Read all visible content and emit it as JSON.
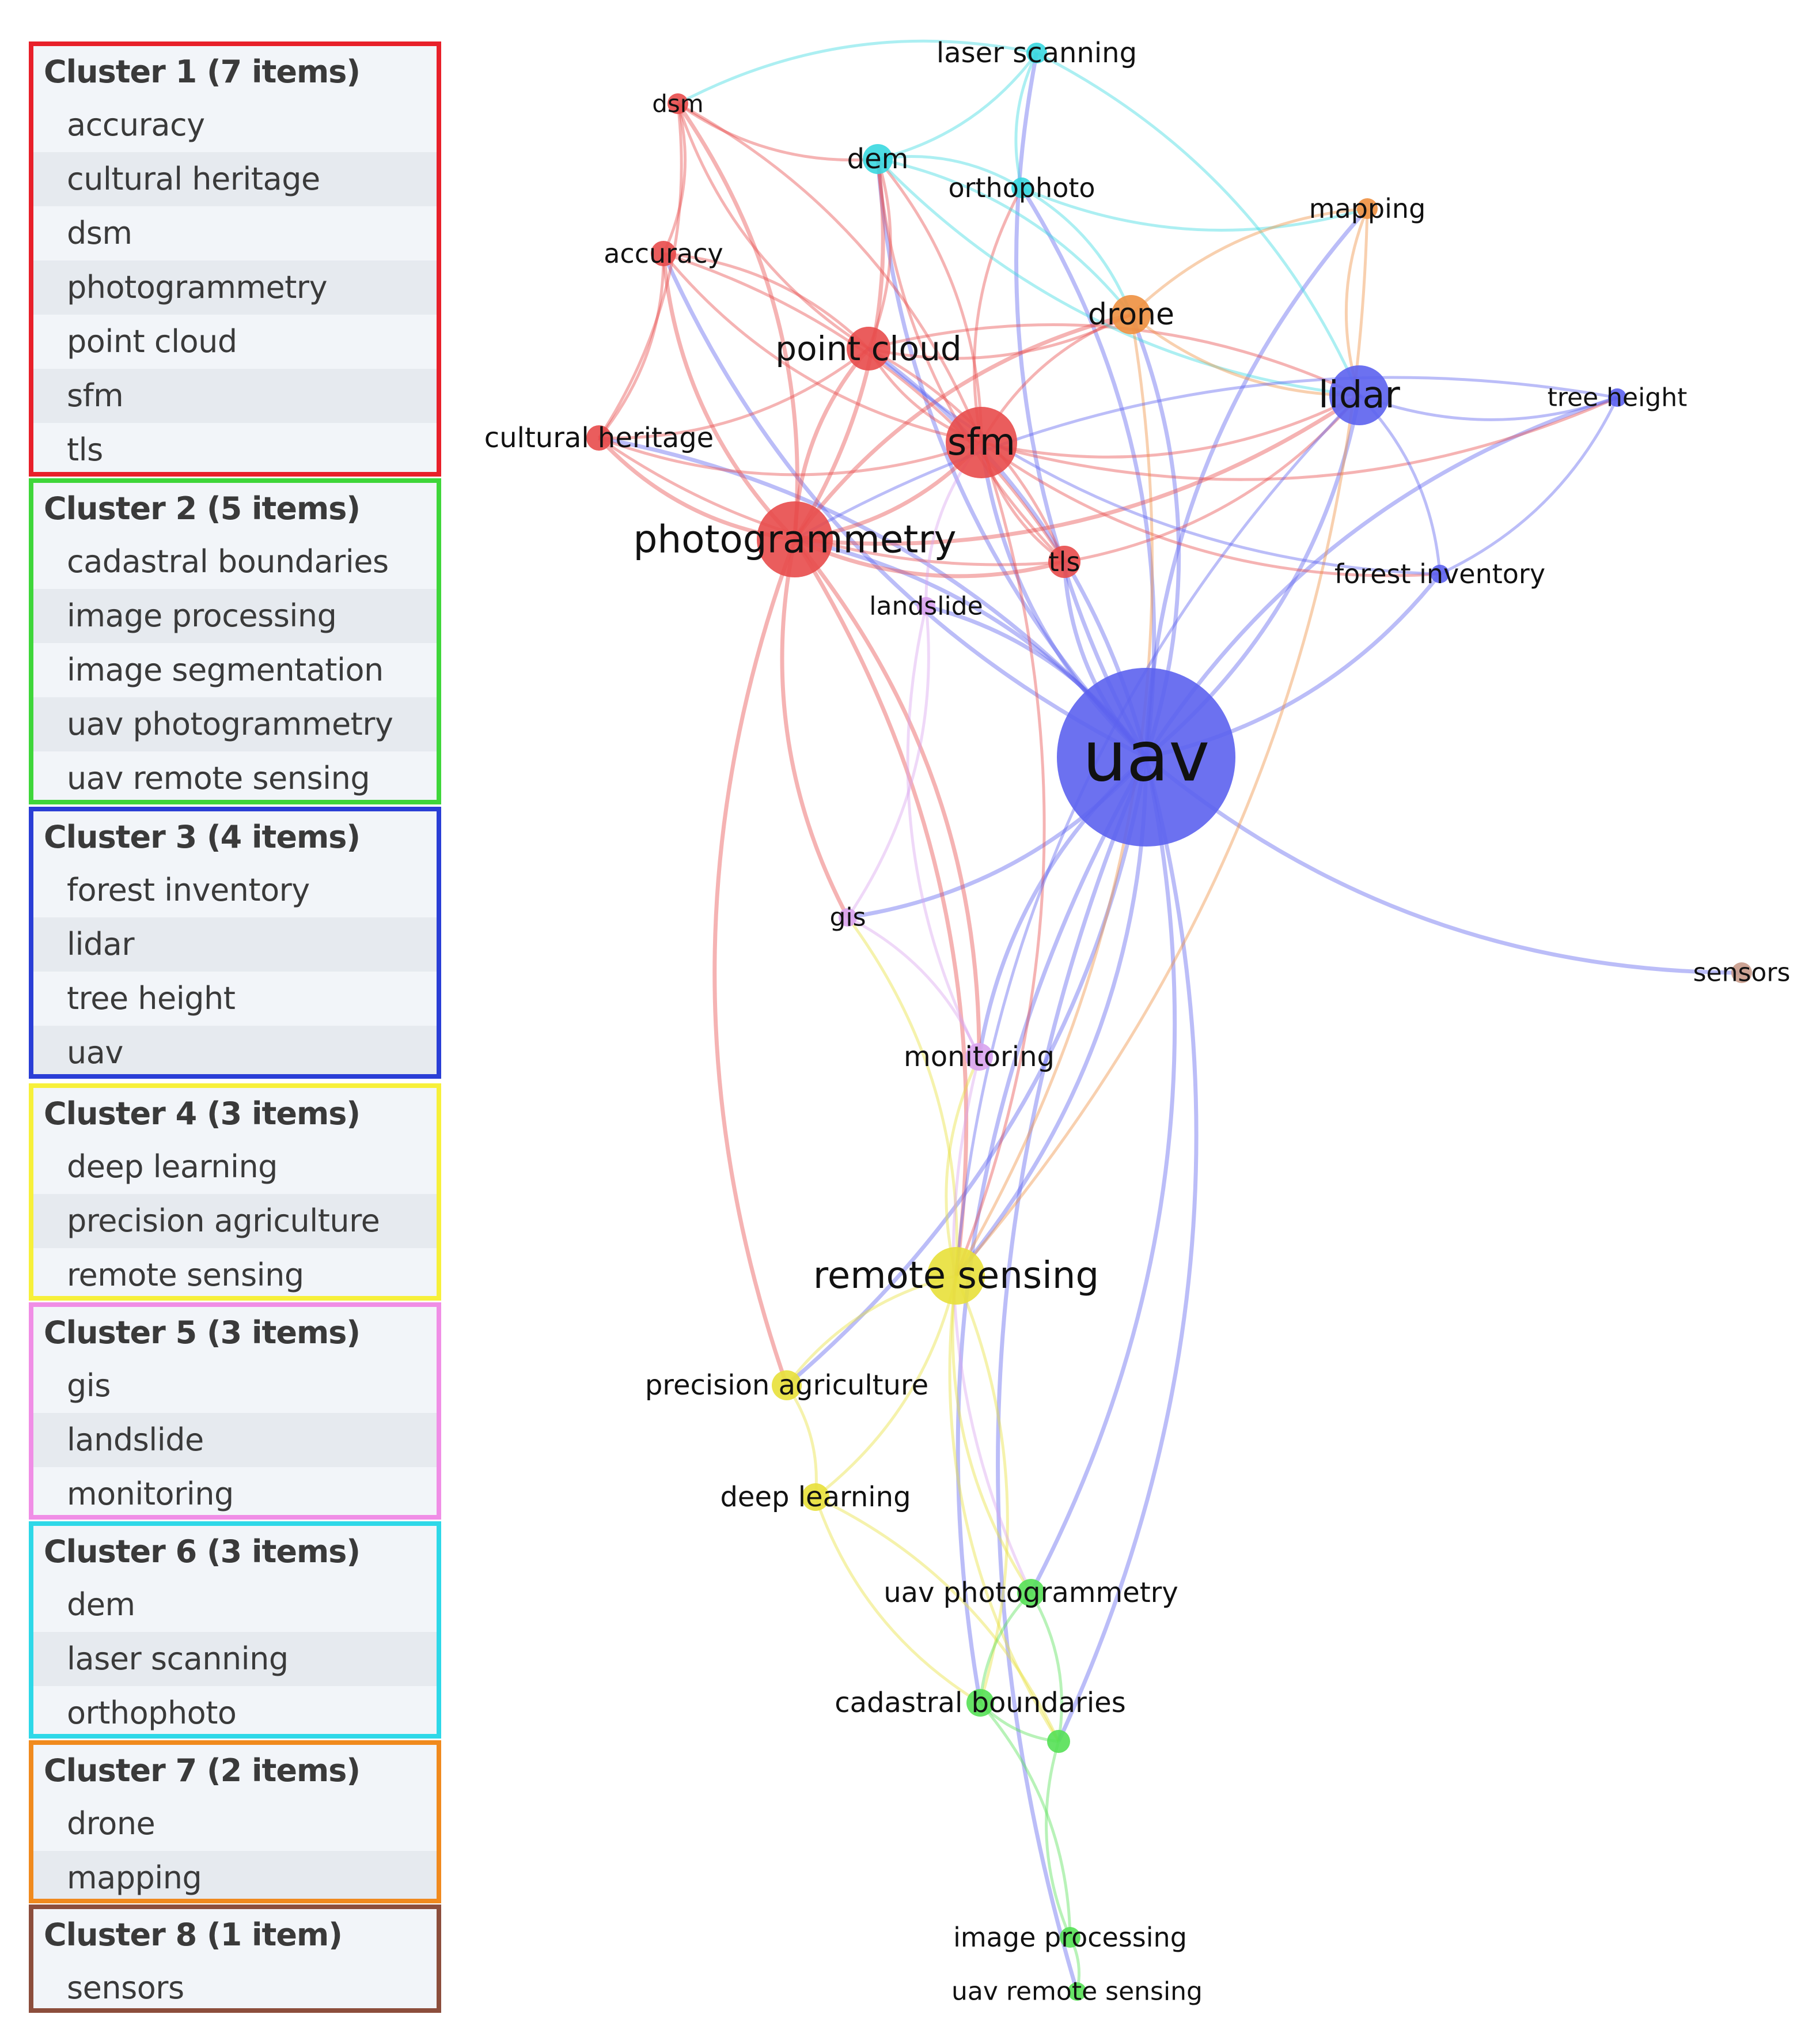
{
  "clusters": [
    {
      "title": "Cluster 1 (7 items)",
      "color": "#e8202a",
      "items": [
        "accuracy",
        "cultural heritage",
        "dsm",
        "photogrammetry",
        "point cloud",
        "sfm",
        "tls"
      ]
    },
    {
      "title": "Cluster 2 (5 items)",
      "color": "#3fd63a",
      "items": [
        "cadastral boundaries",
        "image processing",
        "image segmentation",
        "uav photogrammetry",
        "uav remote sensing"
      ]
    },
    {
      "title": "Cluster 3 (4 items)",
      "color": "#2a3ed6",
      "items": [
        "forest inventory",
        "lidar",
        "tree height",
        "uav"
      ]
    },
    {
      "title": "Cluster 4 (3 items)",
      "color": "#f7f03a",
      "items": [
        "deep learning",
        "precision agriculture",
        "remote sensing"
      ]
    },
    {
      "title": "Cluster 5 (3 items)",
      "color": "#f08ee6",
      "items": [
        "gis",
        "landslide",
        "monitoring"
      ]
    },
    {
      "title": "Cluster 6 (3 items)",
      "color": "#2ed8e8",
      "items": [
        "dem",
        "laser scanning",
        "orthophoto"
      ]
    },
    {
      "title": "Cluster 7 (2 items)",
      "color": "#f08a1e",
      "items": [
        "drone",
        "mapping"
      ]
    },
    {
      "title": "Cluster 8 (1 item)",
      "color": "#8c4e3c",
      "items": [
        "sensors"
      ]
    }
  ],
  "network": {
    "cluster_colors": {
      "c1": "#e84b4b",
      "c2": "#55e055",
      "c3": "#5c62ee",
      "c4": "#e8e03a",
      "c5": "#d9a3ee",
      "c6": "#3ad8e0",
      "c7": "#ee9040",
      "c8": "#c89a8a"
    },
    "nodes": [
      {
        "id": "uav",
        "label": "uav",
        "cluster": "c3",
        "weight": 10
      },
      {
        "id": "photogrammetry",
        "label": "photogrammetry",
        "cluster": "c1",
        "weight": 6
      },
      {
        "id": "sfm",
        "label": "sfm",
        "cluster": "c1",
        "weight": 5
      },
      {
        "id": "point cloud",
        "label": "point cloud",
        "cluster": "c1",
        "weight": 4
      },
      {
        "id": "tls",
        "label": "tls",
        "cluster": "c1",
        "weight": 2
      },
      {
        "id": "accuracy",
        "label": "accuracy",
        "cluster": "c1",
        "weight": 2
      },
      {
        "id": "dsm",
        "label": "dsm",
        "cluster": "c1",
        "weight": 1
      },
      {
        "id": "cultural heritage",
        "label": "cultural heritage",
        "cluster": "c1",
        "weight": 2
      },
      {
        "id": "lidar",
        "label": "lidar",
        "cluster": "c3",
        "weight": 4
      },
      {
        "id": "tree height",
        "label": "tree height",
        "cluster": "c3",
        "weight": 1
      },
      {
        "id": "forest inventory",
        "label": "forest inventory",
        "cluster": "c3",
        "weight": 1
      },
      {
        "id": "remote sensing",
        "label": "remote sensing",
        "cluster": "c4",
        "weight": 4
      },
      {
        "id": "precision agriculture",
        "label": "precision agriculture",
        "cluster": "c4",
        "weight": 2
      },
      {
        "id": "deep learning",
        "label": "deep learning",
        "cluster": "c4",
        "weight": 2
      },
      {
        "id": "gis",
        "label": "gis",
        "cluster": "c5",
        "weight": 1
      },
      {
        "id": "landslide",
        "label": "landslide",
        "cluster": "c5",
        "weight": 1
      },
      {
        "id": "monitoring",
        "label": "monitoring",
        "cluster": "c5",
        "weight": 2
      },
      {
        "id": "dem",
        "label": "dem",
        "cluster": "c6",
        "weight": 2
      },
      {
        "id": "laser scanning",
        "label": "laser scanning",
        "cluster": "c6",
        "weight": 1
      },
      {
        "id": "orthophoto",
        "label": "orthophoto",
        "cluster": "c6",
        "weight": 1
      },
      {
        "id": "drone",
        "label": "drone",
        "cluster": "c7",
        "weight": 3
      },
      {
        "id": "mapping",
        "label": "mapping",
        "cluster": "c7",
        "weight": 1
      },
      {
        "id": "sensors",
        "label": "sensors",
        "cluster": "c8",
        "weight": 1
      },
      {
        "id": "uav photogrammetry",
        "label": "uav photogrammetry",
        "cluster": "c2",
        "weight": 2
      },
      {
        "id": "cadastral boundaries",
        "label": "cadastral boundaries",
        "cluster": "c2",
        "weight": 2
      },
      {
        "id": "image segmentation",
        "label": "",
        "cluster": "c2",
        "weight": 2
      },
      {
        "id": "image processing",
        "label": "image processing",
        "cluster": "c2",
        "weight": 1
      },
      {
        "id": "uav remote sensing",
        "label": "uav remote sensing",
        "cluster": "c2",
        "weight": 1
      }
    ],
    "links": [
      [
        "uav",
        "photogrammetry"
      ],
      [
        "uav",
        "sfm"
      ],
      [
        "uav",
        "point cloud"
      ],
      [
        "uav",
        "tls"
      ],
      [
        "uav",
        "lidar"
      ],
      [
        "uav",
        "tree height"
      ],
      [
        "uav",
        "forest inventory"
      ],
      [
        "uav",
        "remote sensing"
      ],
      [
        "uav",
        "monitoring"
      ],
      [
        "uav",
        "gis"
      ],
      [
        "uav",
        "landslide"
      ],
      [
        "uav",
        "dem"
      ],
      [
        "uav",
        "orthophoto"
      ],
      [
        "uav",
        "laser scanning"
      ],
      [
        "uav",
        "drone"
      ],
      [
        "uav",
        "mapping"
      ],
      [
        "uav",
        "sensors"
      ],
      [
        "uav",
        "uav photogrammetry"
      ],
      [
        "uav",
        "cadastral boundaries"
      ],
      [
        "uav",
        "image segmentation"
      ],
      [
        "uav",
        "uav remote sensing"
      ],
      [
        "uav",
        "precision agriculture"
      ],
      [
        "uav",
        "cultural heritage"
      ],
      [
        "uav",
        "accuracy"
      ],
      [
        "photogrammetry",
        "sfm"
      ],
      [
        "photogrammetry",
        "point cloud"
      ],
      [
        "photogrammetry",
        "tls"
      ],
      [
        "photogrammetry",
        "accuracy"
      ],
      [
        "photogrammetry",
        "dsm"
      ],
      [
        "photogrammetry",
        "cultural heritage"
      ],
      [
        "photogrammetry",
        "lidar"
      ],
      [
        "photogrammetry",
        "remote sensing"
      ],
      [
        "photogrammetry",
        "dem"
      ],
      [
        "photogrammetry",
        "drone"
      ],
      [
        "photogrammetry",
        "gis"
      ],
      [
        "photogrammetry",
        "monitoring"
      ],
      [
        "photogrammetry",
        "precision agriculture"
      ],
      [
        "sfm",
        "point cloud"
      ],
      [
        "sfm",
        "tls"
      ],
      [
        "sfm",
        "accuracy"
      ],
      [
        "sfm",
        "dsm"
      ],
      [
        "sfm",
        "cultural heritage"
      ],
      [
        "sfm",
        "lidar"
      ],
      [
        "sfm",
        "drone"
      ],
      [
        "sfm",
        "dem"
      ],
      [
        "sfm",
        "orthophoto"
      ],
      [
        "sfm",
        "tree height"
      ],
      [
        "sfm",
        "remote sensing"
      ],
      [
        "sfm",
        "forest inventory"
      ],
      [
        "point cloud",
        "tls"
      ],
      [
        "point cloud",
        "accuracy"
      ],
      [
        "point cloud",
        "dsm"
      ],
      [
        "point cloud",
        "dem"
      ],
      [
        "point cloud",
        "lidar"
      ],
      [
        "point cloud",
        "drone"
      ],
      [
        "point cloud",
        "cultural heritage"
      ],
      [
        "tls",
        "accuracy"
      ],
      [
        "tls",
        "cultural heritage"
      ],
      [
        "tls",
        "lidar"
      ],
      [
        "tls",
        "dem"
      ],
      [
        "accuracy",
        "dsm"
      ],
      [
        "accuracy",
        "cultural heritage"
      ],
      [
        "dsm",
        "dem"
      ],
      [
        "dsm",
        "cultural heritage"
      ],
      [
        "dem",
        "laser scanning"
      ],
      [
        "dem",
        "orthophoto"
      ],
      [
        "dem",
        "lidar"
      ],
      [
        "dem",
        "drone"
      ],
      [
        "laser scanning",
        "orthophoto"
      ],
      [
        "laser scanning",
        "lidar"
      ],
      [
        "laser scanning",
        "dsm"
      ],
      [
        "orthophoto",
        "drone"
      ],
      [
        "orthophoto",
        "mapping"
      ],
      [
        "drone",
        "mapping"
      ],
      [
        "drone",
        "lidar"
      ],
      [
        "drone",
        "remote sensing"
      ],
      [
        "mapping",
        "lidar"
      ],
      [
        "mapping",
        "remote sensing"
      ],
      [
        "lidar",
        "tree height"
      ],
      [
        "lidar",
        "forest inventory"
      ],
      [
        "lidar",
        "remote sensing"
      ],
      [
        "tree height",
        "forest inventory"
      ],
      [
        "tree height",
        "photogrammetry"
      ],
      [
        "forest inventory",
        "point cloud"
      ],
      [
        "remote sensing",
        "precision agriculture"
      ],
      [
        "remote sensing",
        "deep learning"
      ],
      [
        "remote sensing",
        "uav photogrammetry"
      ],
      [
        "remote sensing",
        "cadastral boundaries"
      ],
      [
        "remote sensing",
        "image segmentation"
      ],
      [
        "remote sensing",
        "monitoring"
      ],
      [
        "remote sensing",
        "gis"
      ],
      [
        "precision agriculture",
        "deep learning"
      ],
      [
        "deep learning",
        "cadastral boundaries"
      ],
      [
        "deep learning",
        "image segmentation"
      ],
      [
        "uav photogrammetry",
        "cadastral boundaries"
      ],
      [
        "uav photogrammetry",
        "image segmentation"
      ],
      [
        "cadastral boundaries",
        "image segmentation"
      ],
      [
        "cadastral boundaries",
        "image processing"
      ],
      [
        "image segmentation",
        "image processing"
      ],
      [
        "image processing",
        "uav remote sensing"
      ],
      [
        "monitoring",
        "gis"
      ],
      [
        "monitoring",
        "landslide"
      ],
      [
        "gis",
        "landslide"
      ],
      [
        "landslide",
        "sfm"
      ],
      [
        "monitoring",
        "uav photogrammetry"
      ]
    ]
  }
}
